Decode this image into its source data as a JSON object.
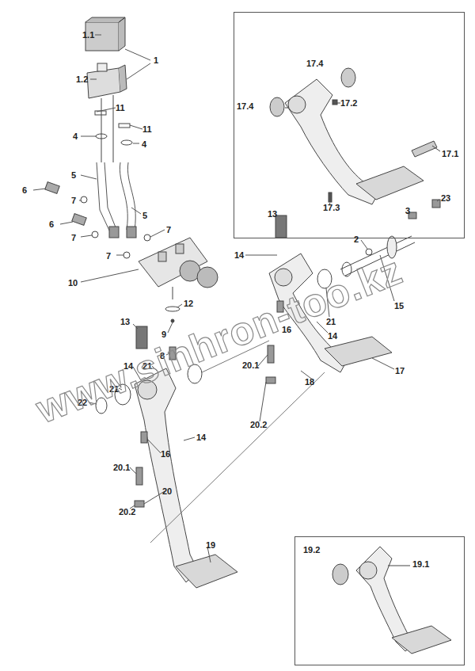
{
  "diagram": {
    "nodes": [
      {
        "text": [
          "17.4",
          "17.4",
          "17.2",
          "17.1",
          "17.3"
        ]
      },
      {
        "text": [
          "19.2",
          "19.1"
        ]
      }
    ],
    "labels": [
      "1.1",
      "1",
      "1.2",
      "11",
      "11",
      "4",
      "4",
      "5",
      "6",
      "7",
      "5",
      "6",
      "7",
      "7",
      "7",
      "10",
      "12",
      "9",
      "8",
      "23",
      "3",
      "2",
      "13",
      "15",
      "13",
      "14",
      "21",
      "21",
      "16",
      "14",
      "14",
      "21",
      "20.1",
      "18",
      "17",
      "22",
      "14",
      "16",
      "20.2",
      "20.1",
      "20",
      "20.2",
      "19",
      "www.sinhron-too.kz"
    ]
  }
}
